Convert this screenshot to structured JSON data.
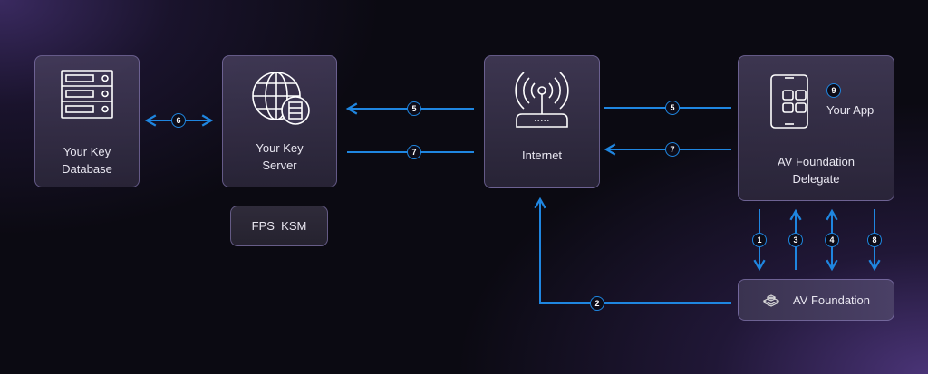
{
  "nodes": {
    "key_database": {
      "label": "Your Key\nDatabase",
      "icon": "server-rack-icon"
    },
    "key_server": {
      "label": "Your Key\nServer",
      "icon": "globe-server-icon"
    },
    "fps_ksm": {
      "label": "FPS  KSM"
    },
    "internet": {
      "label": "Internet",
      "icon": "router-icon"
    },
    "app": {
      "title": "Your App",
      "label": "AV Foundation\nDelegate",
      "icon": "phone-app-icon"
    },
    "av_foundation": {
      "label": "AV Foundation",
      "icon": "cube-stack-icon"
    }
  },
  "steps": {
    "s1": "1",
    "s2": "2",
    "s3": "3",
    "s4": "4",
    "s5a": "5",
    "s5b": "5",
    "s6": "6",
    "s7a": "7",
    "s7b": "7",
    "s8": "8",
    "s9": "9"
  },
  "colors": {
    "arrow": "#1f86e0",
    "background": "#0b0a12",
    "accent": "#4a3477"
  }
}
